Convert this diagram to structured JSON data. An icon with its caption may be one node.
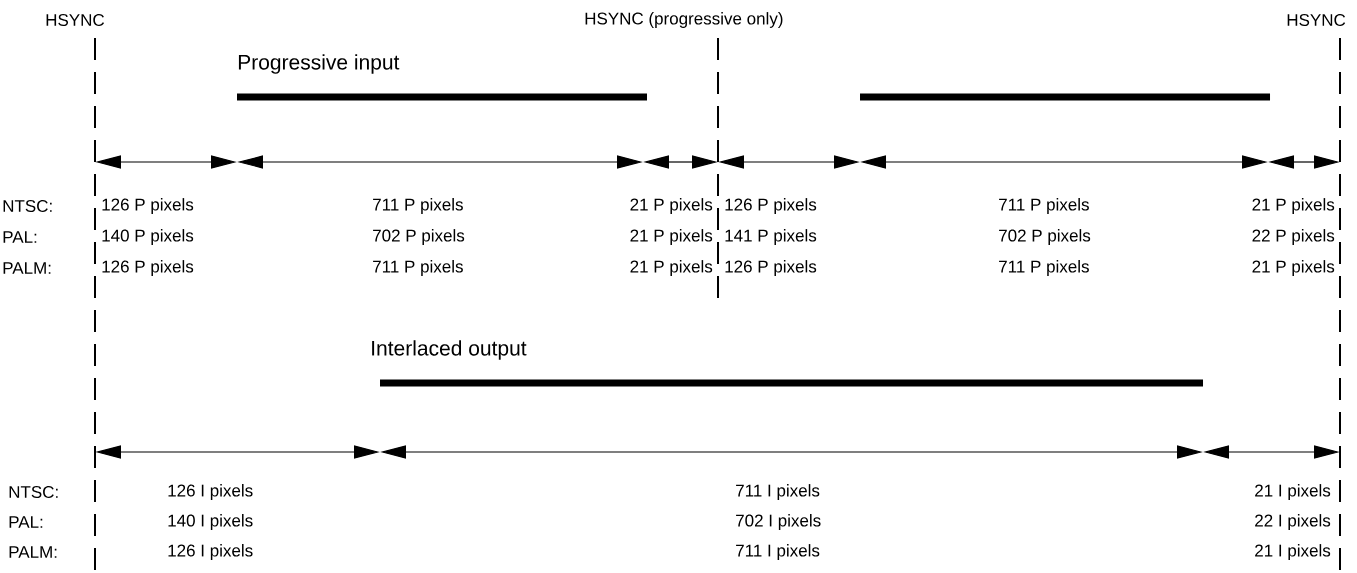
{
  "diagram": {
    "labels": [
      "HSYNC",
      "HSYNC (progressive only)",
      "HSYNC",
      "Progressive input",
      "NTSC:",
      "126 P pixels",
      "711 P pixels",
      "21 P pixels",
      "126 P pixels",
      "711 P pixels",
      "21 P pixels",
      "PAL:",
      "140 P pixels",
      "702 P pixels",
      "21 P pixels",
      "141 P pixels",
      "702 P pixels",
      "22 P pixels",
      "PALM:",
      "126 P pixels",
      "711 P pixels",
      "21 P pixels",
      "126 P pixels",
      "711 P pixels",
      "21 P pixels",
      "Interlaced output",
      "NTSC:",
      "126 I pixels",
      "711 I pixels",
      "21 I pixels",
      "PAL:",
      "140 I pixels",
      "702 I pixels",
      "22 I pixels",
      "PALM:",
      "126 I pixels",
      "711 I pixels",
      "21 I pixels"
    ]
  }
}
